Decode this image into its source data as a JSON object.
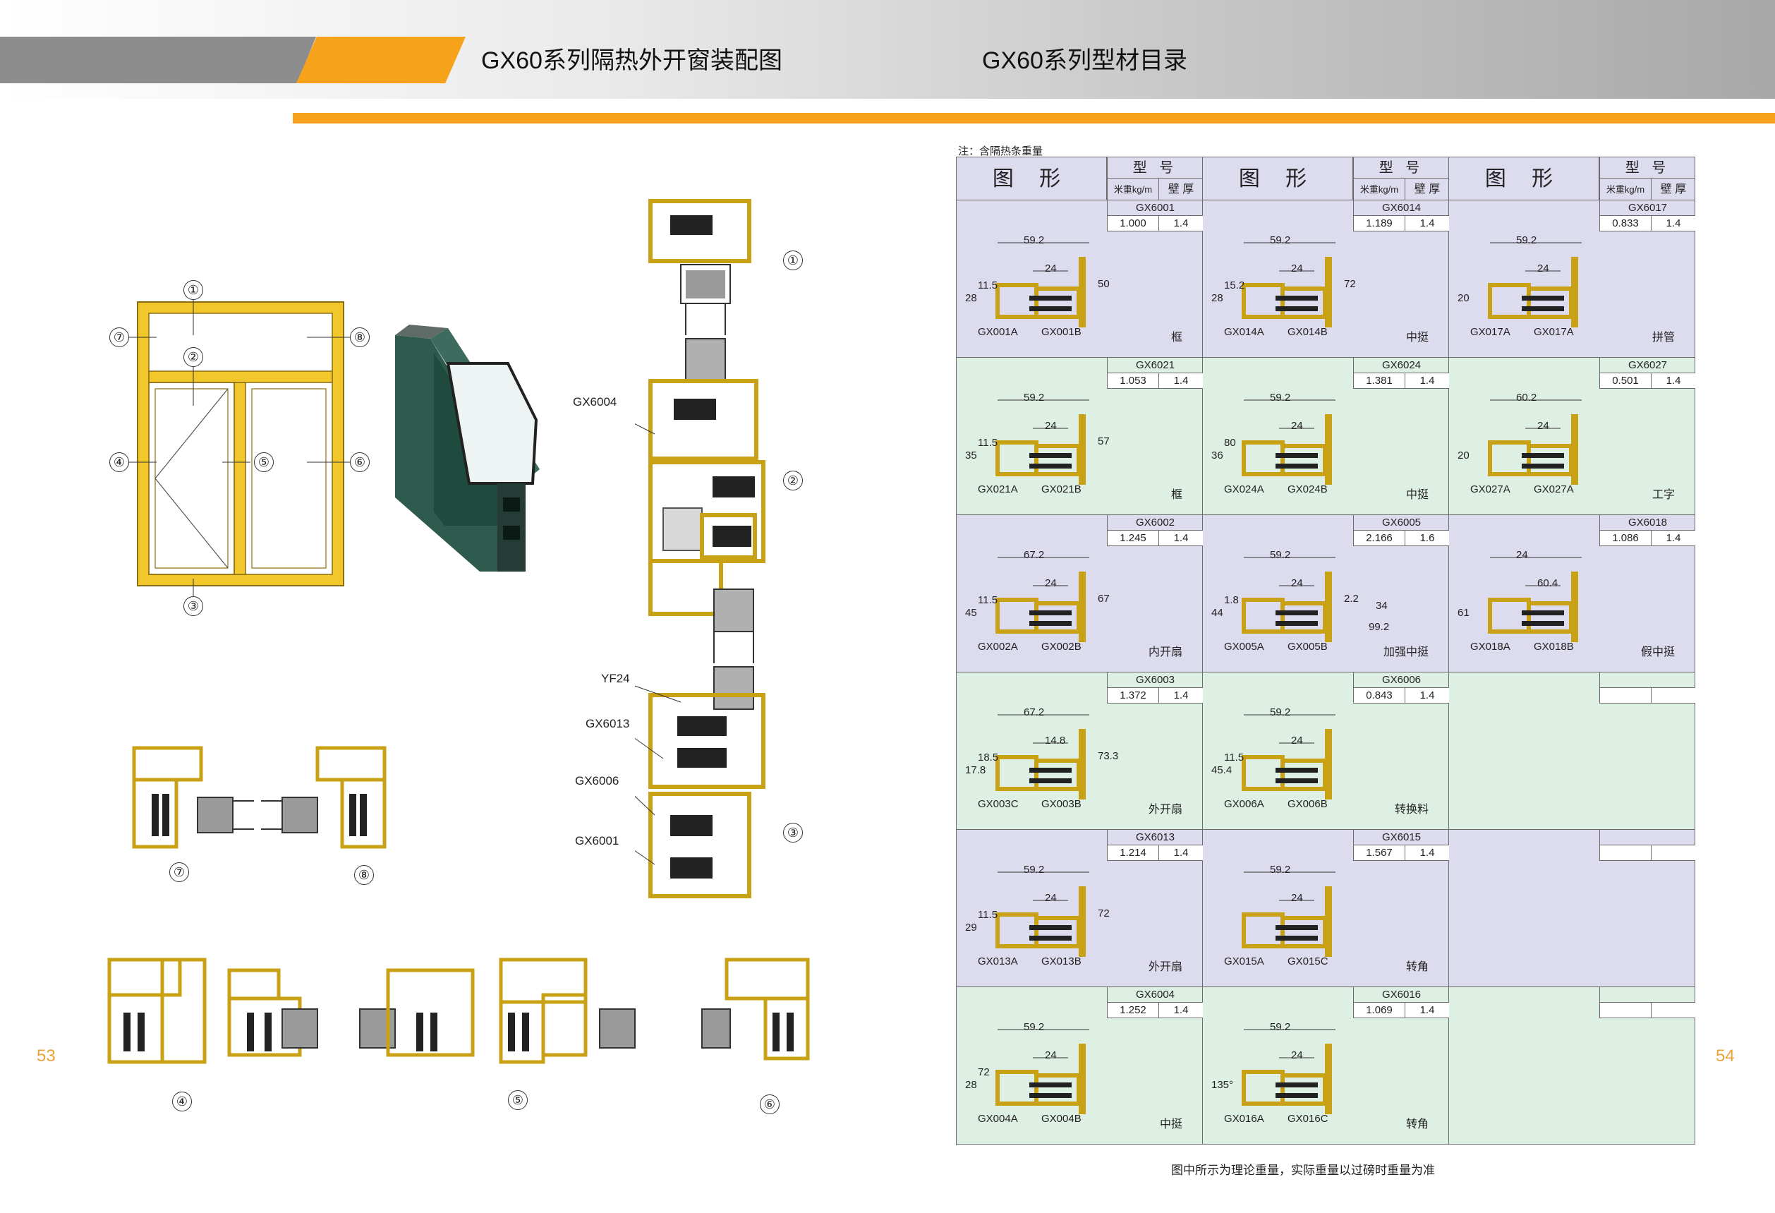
{
  "header": {
    "left_title": "GX60系列隔热外开窗装配图",
    "right_title": "GX60系列型材目录"
  },
  "page_numbers": {
    "left": "53",
    "right": "54"
  },
  "colors": {
    "accent_orange": "#f7a21b",
    "profile_gold": "#f2c72b",
    "row_lavender": "#dcdcee",
    "row_mint": "#ddf0e3",
    "frame_green": "#2f5a4e"
  },
  "assembly": {
    "callouts": [
      "①",
      "②",
      "③",
      "④",
      "⑤",
      "⑥",
      "⑦",
      "⑧"
    ],
    "labels": {
      "gx6004": "GX6004",
      "yf24": "YF24",
      "gx6013": "GX6013",
      "gx6006": "GX6006",
      "gx6001": "GX6001"
    }
  },
  "catalog": {
    "note": "注：含隔热条重量",
    "header": {
      "figure": "图 形",
      "model": "型 号",
      "weight": "米重kg/m",
      "thickness": "壁 厚"
    },
    "footer_note": "图中所示为理论重量，实际重量以过磅时重量为准",
    "rows": [
      [
        {
          "model": "GX6001",
          "weight": "1.000",
          "thickness": "1.4",
          "name": "框",
          "parts": [
            "GX001A",
            "GX001B"
          ],
          "dims": [
            "59.2",
            "24",
            "28",
            "11.5",
            "50"
          ]
        },
        {
          "model": "GX6014",
          "weight": "1.189",
          "thickness": "1.4",
          "name": "中挺",
          "parts": [
            "GX014A",
            "GX014B"
          ],
          "dims": [
            "59.2",
            "24",
            "28",
            "15.2",
            "72"
          ]
        },
        {
          "model": "GX6017",
          "weight": "0.833",
          "thickness": "1.4",
          "name": "拼管",
          "parts": [
            "GX017A",
            "GX017A"
          ],
          "dims": [
            "59.2",
            "24",
            "20"
          ]
        }
      ],
      [
        {
          "model": "GX6021",
          "weight": "1.053",
          "thickness": "1.4",
          "name": "框",
          "parts": [
            "GX021A",
            "GX021B"
          ],
          "dims": [
            "59.2",
            "24",
            "35",
            "11.5",
            "57"
          ]
        },
        {
          "model": "GX6024",
          "weight": "1.381",
          "thickness": "1.4",
          "name": "中挺",
          "parts": [
            "GX024A",
            "GX024B"
          ],
          "dims": [
            "59.2",
            "24",
            "36",
            "80"
          ]
        },
        {
          "model": "GX6027",
          "weight": "0.501",
          "thickness": "1.4",
          "name": "工字",
          "parts": [
            "GX027A",
            "GX027A"
          ],
          "dims": [
            "60.2",
            "24",
            "20"
          ]
        }
      ],
      [
        {
          "model": "GX6002",
          "weight": "1.245",
          "thickness": "1.4",
          "name": "内开扇",
          "parts": [
            "GX002A",
            "GX002B"
          ],
          "dims": [
            "67.2",
            "24",
            "45",
            "11.5",
            "67"
          ]
        },
        {
          "model": "GX6005",
          "weight": "2.166",
          "thickness": "1.6",
          "name": "加强中挺",
          "parts": [
            "GX005A",
            "GX005B"
          ],
          "dims": [
            "59.2",
            "24",
            "44",
            "1.8",
            "2.2",
            "34",
            "99.2"
          ]
        },
        {
          "model": "GX6018",
          "weight": "1.086",
          "thickness": "1.4",
          "name": "假中挺",
          "parts": [
            "GX018A",
            "GX018B"
          ],
          "dims": [
            "24",
            "60.4",
            "61"
          ]
        }
      ],
      [
        {
          "model": "GX6003",
          "weight": "1.372",
          "thickness": "1.4",
          "name": "外开扇",
          "parts": [
            "GX003C",
            "GX003B"
          ],
          "dims": [
            "67.2",
            "14.8",
            "17.8",
            "18.5",
            "73.3"
          ]
        },
        {
          "model": "GX6006",
          "weight": "0.843",
          "thickness": "1.4",
          "name": "转换料",
          "parts": [
            "GX006A",
            "GX006B"
          ],
          "dims": [
            "59.2",
            "24",
            "45.4",
            "11.5"
          ]
        },
        null
      ],
      [
        {
          "model": "GX6013",
          "weight": "1.214",
          "thickness": "1.4",
          "name": "外开扇",
          "parts": [
            "GX013A",
            "GX013B"
          ],
          "dims": [
            "59.2",
            "24",
            "29",
            "11.5",
            "72"
          ]
        },
        {
          "model": "GX6015",
          "weight": "1.567",
          "thickness": "1.4",
          "name": "转角",
          "parts": [
            "GX015A",
            "GX015C"
          ],
          "dims": [
            "59.2",
            "24"
          ]
        },
        null
      ],
      [
        {
          "model": "GX6004",
          "weight": "1.252",
          "thickness": "1.4",
          "name": "中挺",
          "parts": [
            "GX004A",
            "GX004B"
          ],
          "dims": [
            "59.2",
            "24",
            "28",
            "72"
          ]
        },
        {
          "model": "GX6016",
          "weight": "1.069",
          "thickness": "1.4",
          "name": "转角",
          "parts": [
            "GX016A",
            "GX016C"
          ],
          "dims": [
            "59.2",
            "24",
            "135°"
          ]
        },
        null
      ]
    ]
  }
}
